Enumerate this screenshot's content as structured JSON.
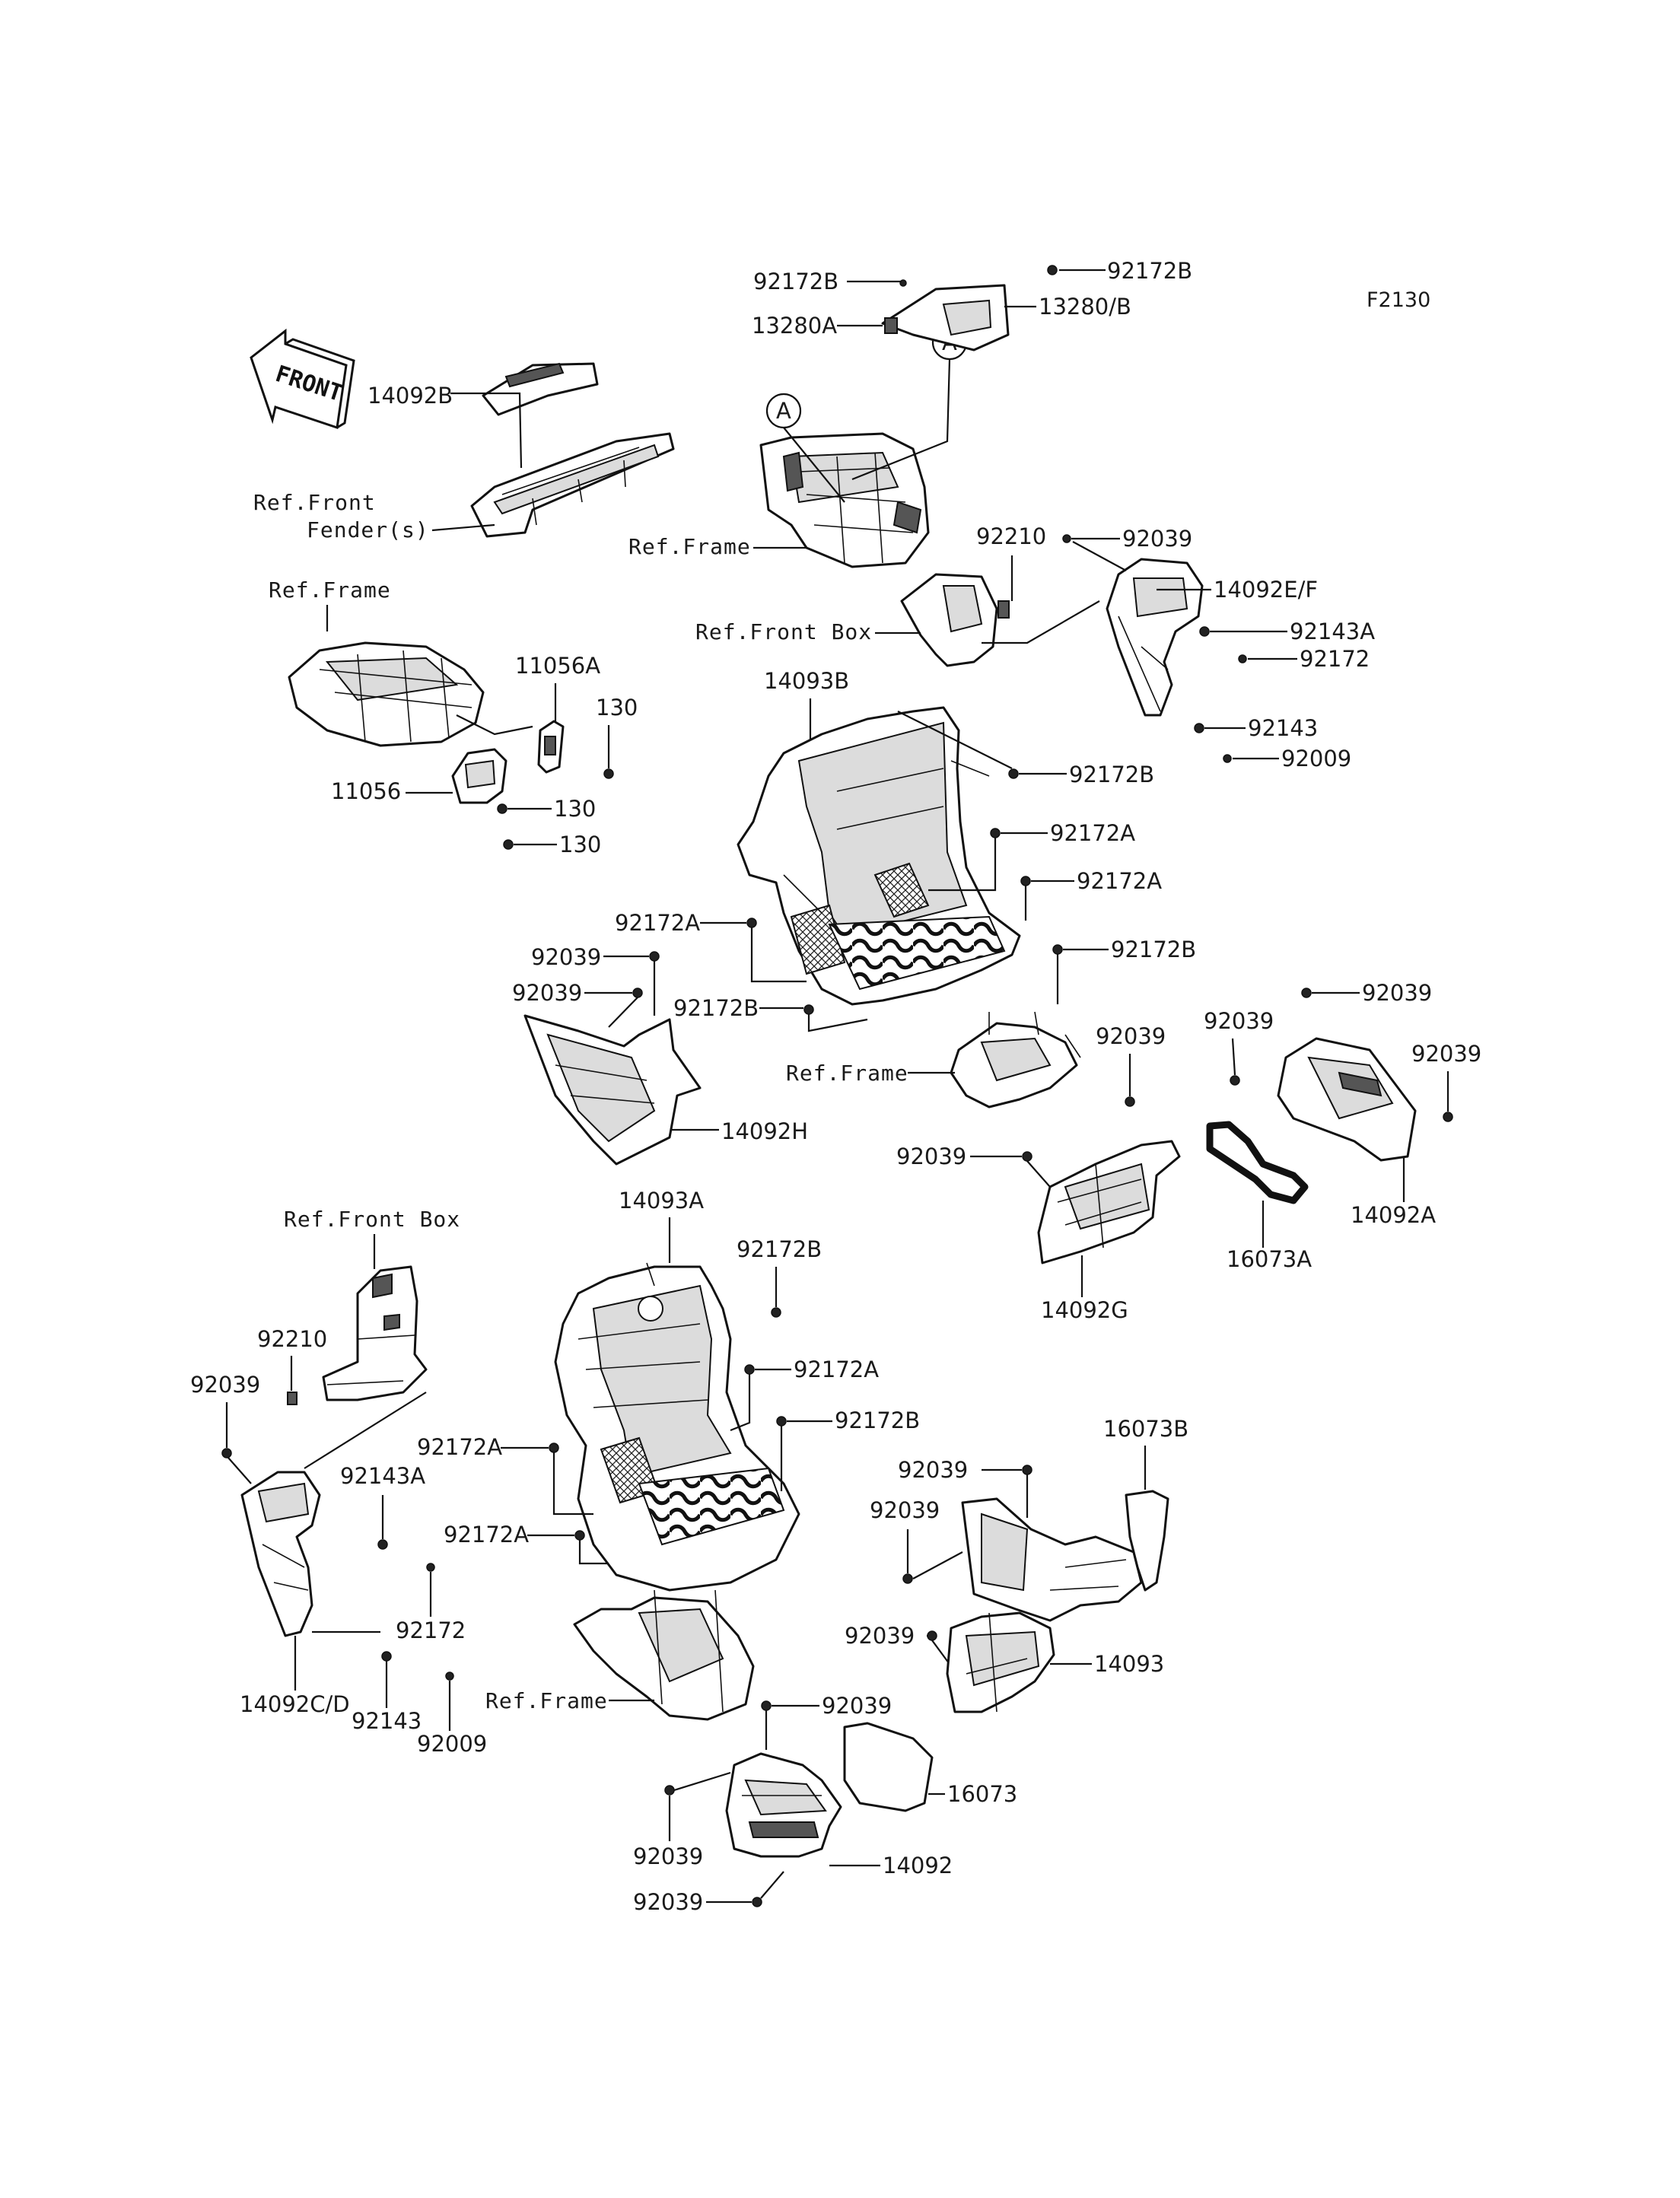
{
  "diagram_code": "F2130",
  "front_arrow_text": "FRONT",
  "callout_letter": "A",
  "refs": {
    "front_fender_line1": "Ref.Front",
    "front_fender_line2": "Fender(s)",
    "frame": "Ref.Frame",
    "front_box": "Ref.Front Box"
  },
  "parts": {
    "p92172B": "92172B",
    "p13280A": "13280A",
    "p13280B": "13280/B",
    "p14092B": "14092B",
    "p92210": "92210",
    "p92039": "92039",
    "p14092EF": "14092E/F",
    "p92143A": "92143A",
    "p92172": "92172",
    "p92143": "92143",
    "p92009": "92009",
    "p11056A": "11056A",
    "p130": "130",
    "p11056": "11056",
    "p14093B": "14093B",
    "p92172A": "92172A",
    "p14092H": "14092H",
    "p14092A": "14092A",
    "p16073A": "16073A",
    "p14092G": "14092G",
    "p14093A": "14093A",
    "p14092CD": "14092C/D",
    "p16073B": "16073B",
    "p14093": "14093",
    "p16073": "16073",
    "p14092": "14092"
  }
}
